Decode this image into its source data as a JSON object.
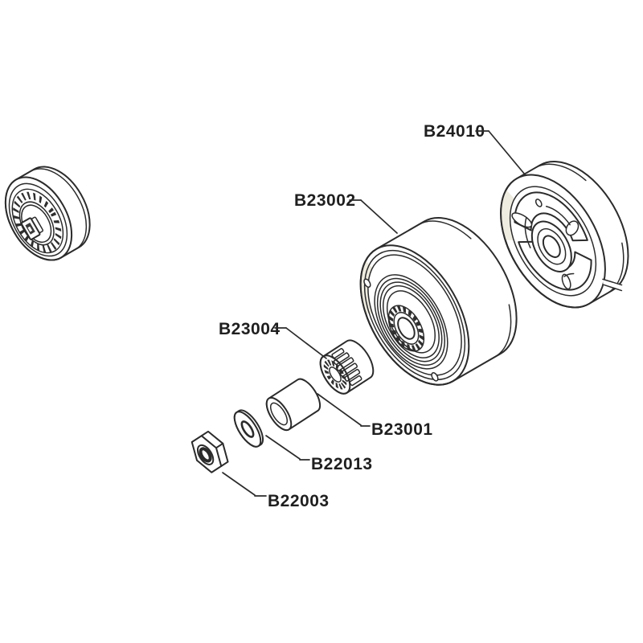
{
  "colors": {
    "background": "#ffffff",
    "line": "#2b2b2b",
    "label_text": "#1f1f1f",
    "shading": "#ece9dd"
  },
  "diagram": {
    "type": "exploded-parts-diagram"
  },
  "parts": [
    {
      "label": "B24010",
      "name": "clutch-assembly"
    },
    {
      "label": "B23002",
      "name": "clutch-drum-sprocket"
    },
    {
      "label": "B23004",
      "name": "needle-bearing-cage"
    },
    {
      "label": "B23001",
      "name": "bearing-sleeve"
    },
    {
      "label": "B22013",
      "name": "washer"
    },
    {
      "label": "B22003",
      "name": "hex-nut"
    },
    {
      "label": "",
      "name": "small-drum-assembly"
    }
  ]
}
